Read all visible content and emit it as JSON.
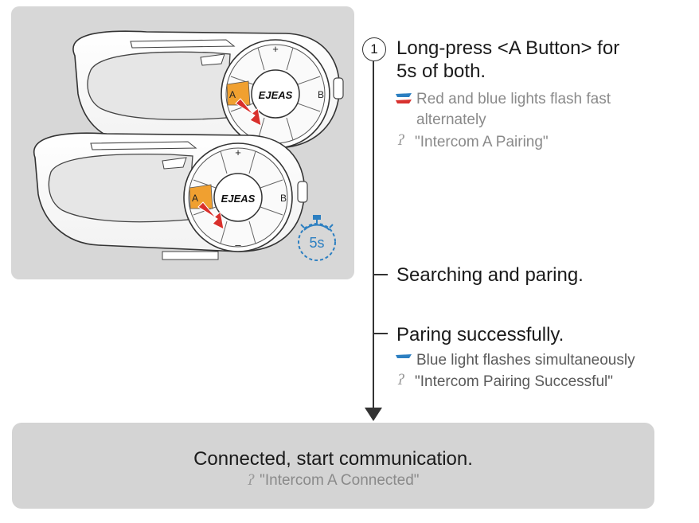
{
  "device": {
    "brand": "EJEAS",
    "button_a": "A",
    "button_b": "B",
    "plus": "+",
    "minus": "–",
    "timer": "5s"
  },
  "steps": [
    {
      "number": "1",
      "title_line1": "Long-press <A Button> for",
      "title_line2": "5s of both.",
      "light_line1": "Red and blue lights flash fast",
      "light_line2": "alternately",
      "voice": "\"Intercom A Pairing\""
    },
    {
      "title": "Searching and paring."
    },
    {
      "title": "Paring successfully.",
      "light": "Blue light flashes simultaneously",
      "voice": "\"Intercom Pairing Successful\""
    }
  ],
  "result": {
    "title": "Connected, start communication.",
    "voice": "\"Intercom A Connected\""
  },
  "colors": {
    "led_red": "#d8322f",
    "led_blue": "#2c7fc1",
    "button_a_orange": "#f0a030",
    "press_arrow": "#d9302c"
  }
}
